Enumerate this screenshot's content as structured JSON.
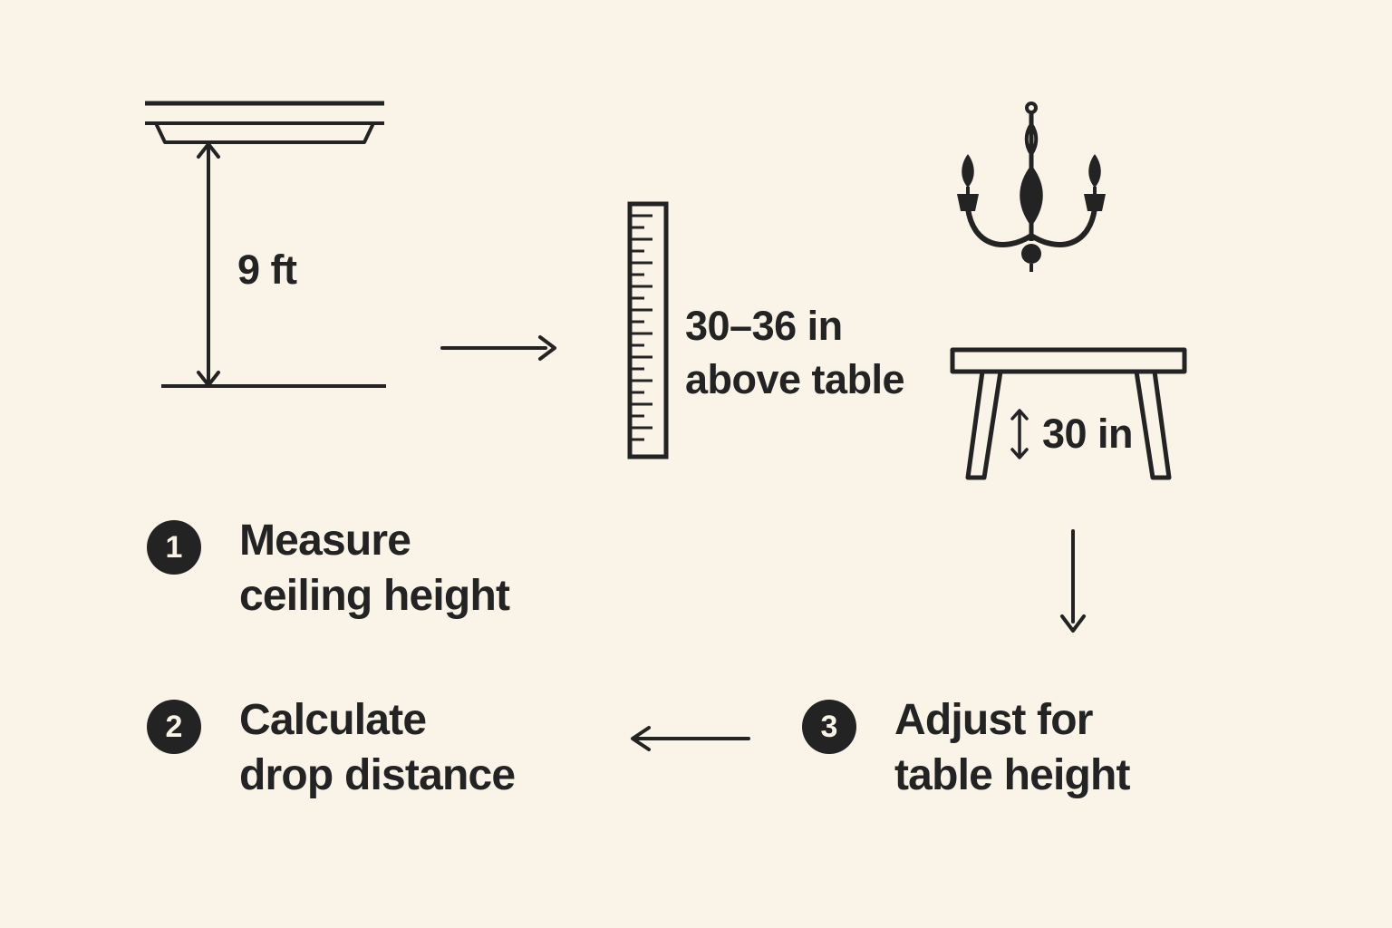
{
  "colors": {
    "background": "#faf3e7",
    "ink": "#232323",
    "badge_bg": "#232323",
    "badge_text": "#faf3e7"
  },
  "icons": {
    "ceiling": "crown-molding-icon",
    "ruler": "ruler-icon",
    "chandelier": "chandelier-icon",
    "table": "dining-table-icon"
  },
  "ceiling_measure": {
    "label": "9 ft"
  },
  "ruler_note": {
    "line1": "30–36 in",
    "line2": "above table"
  },
  "table_measure": {
    "label": "30 in"
  },
  "steps": [
    {
      "number": "1",
      "line1": "Measure",
      "line2": "ceiling height"
    },
    {
      "number": "2",
      "line1": "Calculate",
      "line2": "drop distance"
    },
    {
      "number": "3",
      "line1": "Adjust for",
      "line2": "table height"
    }
  ]
}
